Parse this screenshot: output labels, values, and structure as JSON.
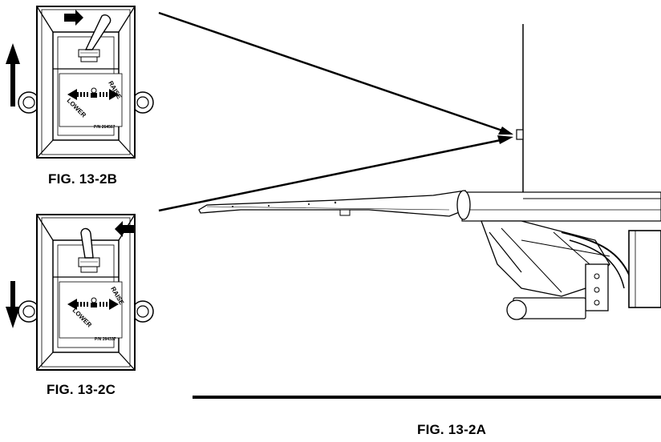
{
  "figures": {
    "fig_b": {
      "caption": "FIG. 13-2B",
      "label_raise": "RAISE",
      "label_lower": "LOWER",
      "part_number": "P/N 264567"
    },
    "fig_c": {
      "caption": "FIG. 13-2C",
      "label_raise": "RAISE",
      "label_lower": "LOWER",
      "part_number": "P/N 264337"
    },
    "fig_a": {
      "caption": "FIG. 13-2A"
    }
  }
}
